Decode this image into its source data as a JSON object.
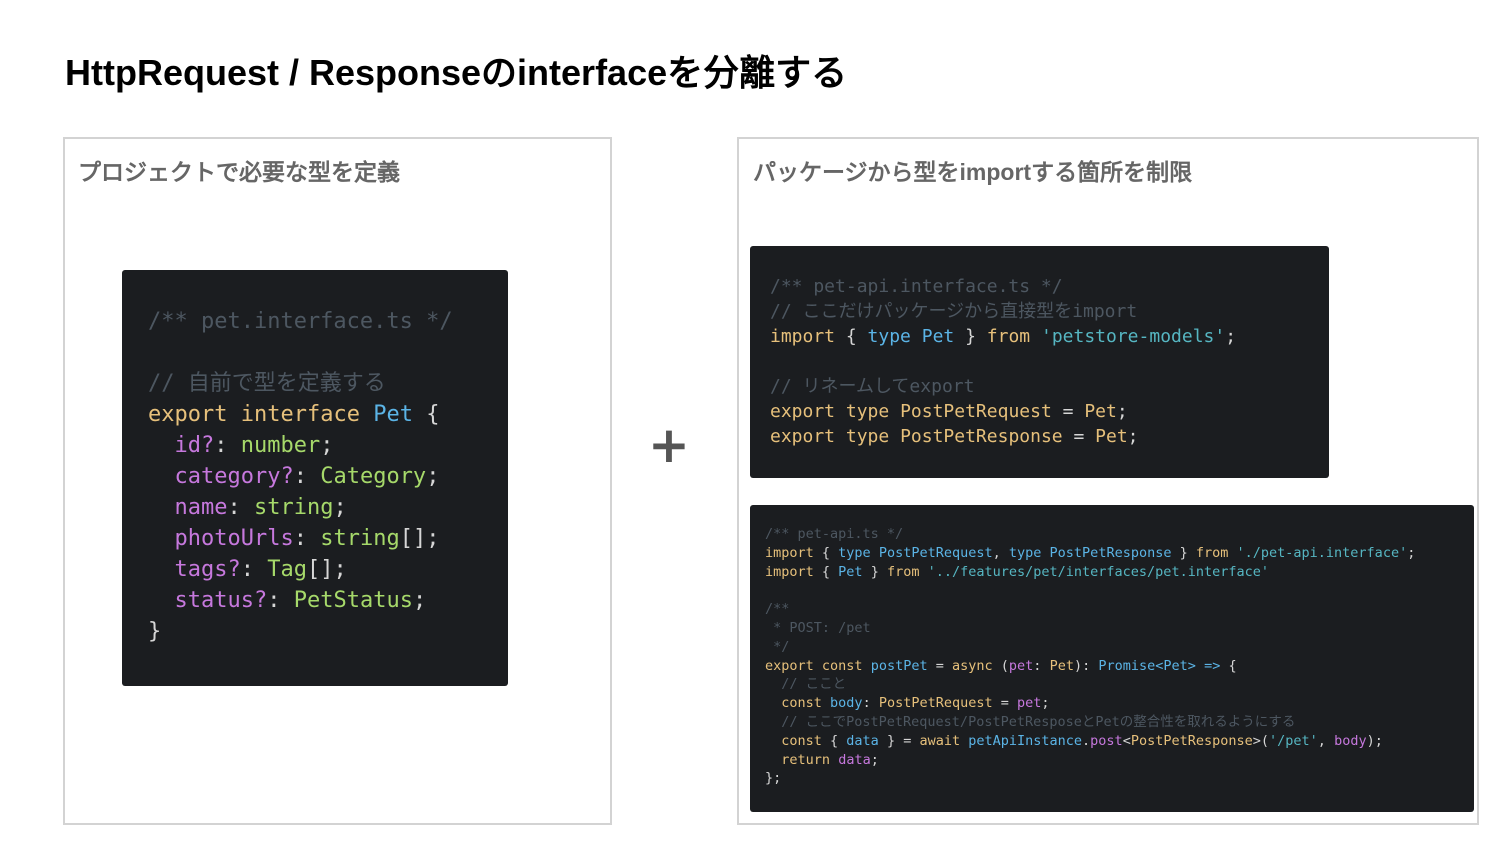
{
  "slide": {
    "title": "HttpRequest / Responseのinterfaceを分離する"
  },
  "left_panel": {
    "heading": "プロジェクトで必要な型を定義"
  },
  "right_panel": {
    "heading": "パッケージから型をimportする箇所を制限"
  },
  "plus_symbol": "+",
  "code_pet_interface": [
    [
      {
        "t": "/** pet.interface.ts */",
        "c": "com"
      }
    ],
    [],
    [
      {
        "t": "// 自前で型を定義する",
        "c": "com"
      }
    ],
    [
      {
        "t": "export",
        "c": "kw"
      },
      {
        "t": " "
      },
      {
        "t": "interface",
        "c": "kw"
      },
      {
        "t": " "
      },
      {
        "t": "Pet",
        "c": "ty"
      },
      {
        "t": " {"
      }
    ],
    [
      {
        "t": "  "
      },
      {
        "t": "id",
        "c": "prop"
      },
      {
        "t": "?",
        "c": "prop"
      },
      {
        "t": ": "
      },
      {
        "t": "number",
        "c": "tg"
      },
      {
        "t": ";"
      }
    ],
    [
      {
        "t": "  "
      },
      {
        "t": "category",
        "c": "prop"
      },
      {
        "t": "?",
        "c": "prop"
      },
      {
        "t": ": "
      },
      {
        "t": "Category",
        "c": "tg"
      },
      {
        "t": ";"
      }
    ],
    [
      {
        "t": "  "
      },
      {
        "t": "name",
        "c": "prop"
      },
      {
        "t": ": "
      },
      {
        "t": "string",
        "c": "tg"
      },
      {
        "t": ";"
      }
    ],
    [
      {
        "t": "  "
      },
      {
        "t": "photoUrls",
        "c": "prop"
      },
      {
        "t": ": "
      },
      {
        "t": "string",
        "c": "tg"
      },
      {
        "t": "[];"
      }
    ],
    [
      {
        "t": "  "
      },
      {
        "t": "tags",
        "c": "prop"
      },
      {
        "t": "?",
        "c": "prop"
      },
      {
        "t": ": "
      },
      {
        "t": "Tag",
        "c": "tg"
      },
      {
        "t": "[];"
      }
    ],
    [
      {
        "t": "  "
      },
      {
        "t": "status",
        "c": "prop"
      },
      {
        "t": "?",
        "c": "prop"
      },
      {
        "t": ": "
      },
      {
        "t": "PetStatus",
        "c": "tg"
      },
      {
        "t": ";"
      }
    ],
    [
      {
        "t": "}"
      }
    ]
  ],
  "code_pet_api_interface": [
    [
      {
        "t": "/** pet-api.interface.ts */",
        "c": "com"
      }
    ],
    [
      {
        "t": "// ここだけパッケージから直接型をimport",
        "c": "com"
      }
    ],
    [
      {
        "t": "import",
        "c": "kw"
      },
      {
        "t": " { "
      },
      {
        "t": "type",
        "c": "ty"
      },
      {
        "t": " "
      },
      {
        "t": "Pet",
        "c": "ty"
      },
      {
        "t": " } "
      },
      {
        "t": "from",
        "c": "kw"
      },
      {
        "t": " "
      },
      {
        "t": "'petstore-models'",
        "c": "str"
      },
      {
        "t": ";"
      }
    ],
    [],
    [
      {
        "t": "// リネームしてexport",
        "c": "com"
      }
    ],
    [
      {
        "t": "export",
        "c": "kw"
      },
      {
        "t": " "
      },
      {
        "t": "type",
        "c": "kw"
      },
      {
        "t": " "
      },
      {
        "t": "PostPetRequest",
        "c": "kw"
      },
      {
        "t": " = "
      },
      {
        "t": "Pet",
        "c": "kw"
      },
      {
        "t": ";"
      }
    ],
    [
      {
        "t": "export",
        "c": "kw"
      },
      {
        "t": " "
      },
      {
        "t": "type",
        "c": "kw"
      },
      {
        "t": " "
      },
      {
        "t": "PostPetResponse",
        "c": "kw"
      },
      {
        "t": " = "
      },
      {
        "t": "Pet",
        "c": "kw"
      },
      {
        "t": ";"
      }
    ]
  ],
  "code_pet_api": [
    [
      {
        "t": "/** pet-api.ts */",
        "c": "com"
      }
    ],
    [
      {
        "t": "import",
        "c": "kw"
      },
      {
        "t": " { "
      },
      {
        "t": "type",
        "c": "ty"
      },
      {
        "t": " "
      },
      {
        "t": "PostPetRequest",
        "c": "ty"
      },
      {
        "t": ", "
      },
      {
        "t": "type",
        "c": "ty"
      },
      {
        "t": " "
      },
      {
        "t": "PostPetResponse",
        "c": "ty"
      },
      {
        "t": " } "
      },
      {
        "t": "from",
        "c": "kw"
      },
      {
        "t": " "
      },
      {
        "t": "'./pet-api.interface'",
        "c": "str"
      },
      {
        "t": ";"
      }
    ],
    [
      {
        "t": "import",
        "c": "kw"
      },
      {
        "t": " { "
      },
      {
        "t": "Pet",
        "c": "ty"
      },
      {
        "t": " } "
      },
      {
        "t": "from",
        "c": "kw"
      },
      {
        "t": " "
      },
      {
        "t": "'../features/pet/interfaces/pet.interface'",
        "c": "str"
      }
    ],
    [],
    [
      {
        "t": "/**",
        "c": "com"
      }
    ],
    [
      {
        "t": " * POST: /pet",
        "c": "com"
      }
    ],
    [
      {
        "t": " */",
        "c": "com"
      }
    ],
    [
      {
        "t": "export",
        "c": "kw"
      },
      {
        "t": " "
      },
      {
        "t": "const",
        "c": "kw"
      },
      {
        "t": " "
      },
      {
        "t": "postPet",
        "c": "fn"
      },
      {
        "t": " = "
      },
      {
        "t": "async",
        "c": "kw"
      },
      {
        "t": " ("
      },
      {
        "t": "pet",
        "c": "prop"
      },
      {
        "t": ": "
      },
      {
        "t": "Pet",
        "c": "kw"
      },
      {
        "t": "): "
      },
      {
        "t": "Promise",
        "c": "ty"
      },
      {
        "t": "<",
        "c": "ty"
      },
      {
        "t": "Pet",
        "c": "ty"
      },
      {
        "t": ">",
        "c": "ty"
      },
      {
        "t": " "
      },
      {
        "t": "=>",
        "c": "ty"
      },
      {
        "t": " {"
      }
    ],
    [
      {
        "t": "  "
      },
      {
        "t": "// ここと",
        "c": "com"
      }
    ],
    [
      {
        "t": "  "
      },
      {
        "t": "const",
        "c": "kw"
      },
      {
        "t": " "
      },
      {
        "t": "body",
        "c": "fn"
      },
      {
        "t": ": "
      },
      {
        "t": "PostPetRequest",
        "c": "kw"
      },
      {
        "t": " = "
      },
      {
        "t": "pet",
        "c": "prop"
      },
      {
        "t": ";"
      }
    ],
    [
      {
        "t": "  "
      },
      {
        "t": "// ここでPostPetRequest/PostPetResposeとPetの整合性を取れるようにする",
        "c": "com"
      }
    ],
    [
      {
        "t": "  "
      },
      {
        "t": "const",
        "c": "kw"
      },
      {
        "t": " { "
      },
      {
        "t": "data",
        "c": "fn"
      },
      {
        "t": " } = "
      },
      {
        "t": "await",
        "c": "kw"
      },
      {
        "t": " "
      },
      {
        "t": "petApiInstance",
        "c": "fn"
      },
      {
        "t": "."
      },
      {
        "t": "post",
        "c": "prop"
      },
      {
        "t": "<"
      },
      {
        "t": "PostPetResponse",
        "c": "kw"
      },
      {
        "t": ">("
      },
      {
        "t": "'/pet'",
        "c": "str"
      },
      {
        "t": ", "
      },
      {
        "t": "body",
        "c": "prop"
      },
      {
        "t": ");"
      }
    ],
    [
      {
        "t": "  "
      },
      {
        "t": "return",
        "c": "kw"
      },
      {
        "t": " "
      },
      {
        "t": "data",
        "c": "prop"
      },
      {
        "t": ";"
      }
    ],
    [
      {
        "t": "};"
      }
    ]
  ]
}
